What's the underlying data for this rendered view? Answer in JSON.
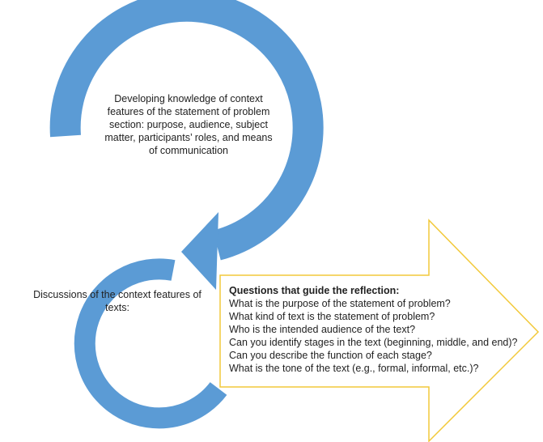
{
  "colors": {
    "cycle_arrow": "#5b9bd5",
    "callout_border": "#f2c93a"
  },
  "top_stage": {
    "text": "Developing knowledge of context features of the statement of problem section: purpose, audience, subject matter, participants’ roles, and means of communication"
  },
  "bottom_stage": {
    "text": "Discussions of the context features of texts:"
  },
  "callout": {
    "heading": "Questions that guide the reflection:",
    "questions": [
      "What is the purpose of the statement of problem?",
      "What kind of text is the statement of problem?",
      "Who is the intended audience of the text?",
      "Can you identify stages in the text (beginning, middle, and end)?",
      "Can you describe the function of each stage?",
      "What is the tone of the text (e.g., formal, informal, etc.)?"
    ]
  }
}
